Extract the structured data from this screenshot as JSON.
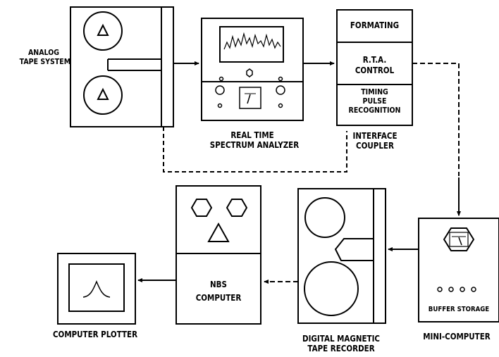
{
  "diagram": {
    "analog_tape_system": {
      "line1": "ANALOG",
      "line2": "TAPE SYSTEM"
    },
    "spectrum_analyzer": {
      "line1": "REAL TIME",
      "line2": "SPECTRUM ANALYZER"
    },
    "interface_coupler": {
      "formating": "FORMATING",
      "rta_line1": "R.T.A.",
      "rta_line2": "CONTROL",
      "timing_line1": "TIMING",
      "timing_line2": "PULSE",
      "timing_line3": "RECOGNITION",
      "label_line1": "INTERFACE",
      "label_line2": "COUPLER"
    },
    "computer_plotter": {
      "label": "COMPUTER PLOTTER"
    },
    "nbs_computer": {
      "line1": "NBS",
      "line2": "COMPUTER"
    },
    "digital_tape_recorder": {
      "line1": "DIGITAL MAGNETIC",
      "line2": "TAPE RECORDER"
    },
    "mini_computer": {
      "panel_label": "BUFFER STORAGE",
      "label": "MINI-COMPUTER"
    }
  }
}
